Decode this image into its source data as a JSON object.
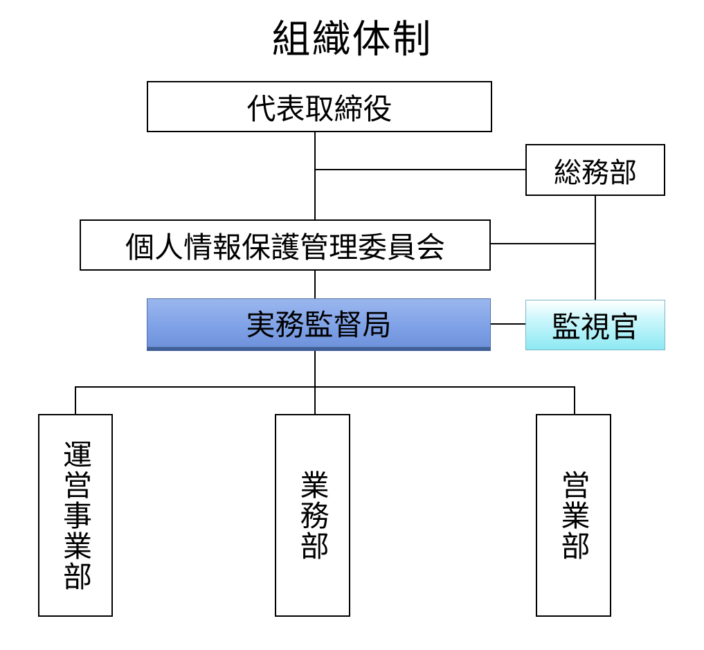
{
  "title": "組織体制",
  "boxes": {
    "ceo": "代表取締役",
    "general_affairs": "総務部",
    "committee": "個人情報保護管理委員会",
    "audit_bureau": "実務監督局",
    "supervisor": "監視官",
    "operations": "運営事業部",
    "business": "業務部",
    "sales": "営業部"
  },
  "colors": {
    "audit_bureau_fill": "#7ea0e6",
    "supervisor_fill": "#8ee9f3",
    "line": "#000000"
  }
}
